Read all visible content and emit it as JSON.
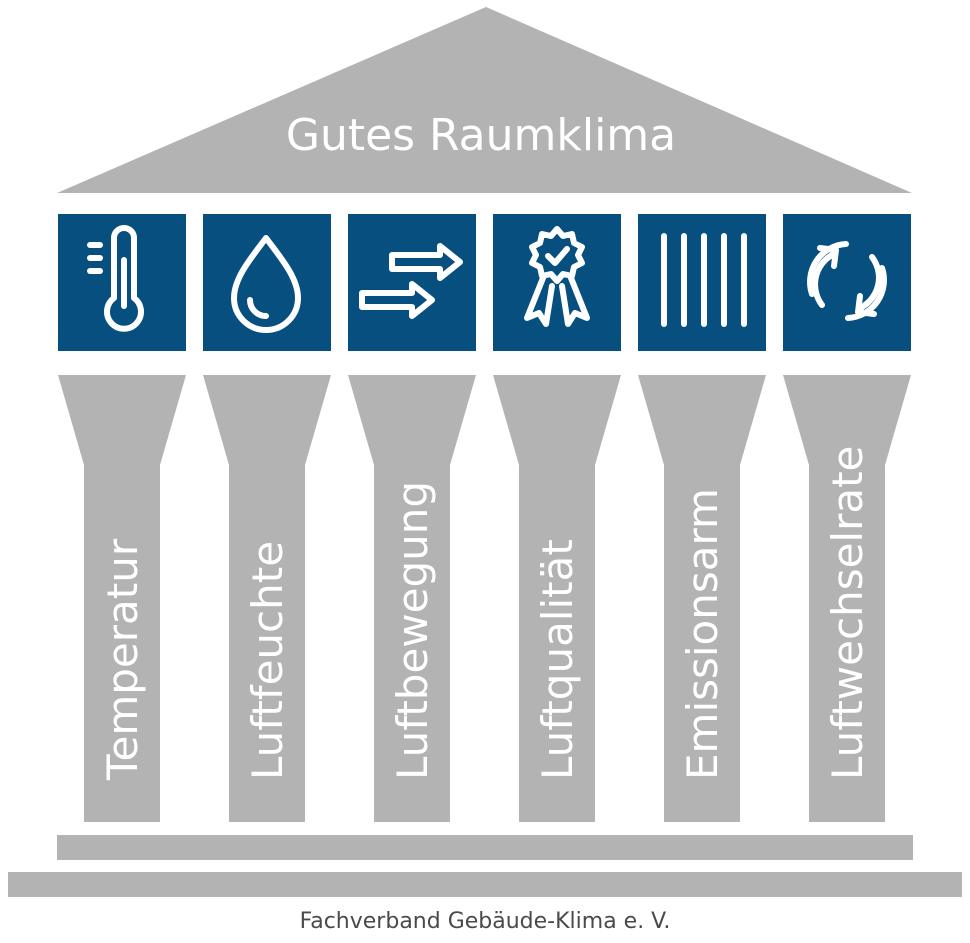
{
  "title": "Gutes Raumklima",
  "pillars": [
    {
      "label": "Temperatur",
      "icon": "thermometer-icon"
    },
    {
      "label": "Luftfeuchte",
      "icon": "water-drop-icon"
    },
    {
      "label": "Luftbewegung",
      "icon": "airflow-arrows-icon"
    },
    {
      "label": "Luftqualität",
      "icon": "quality-badge-icon"
    },
    {
      "label": "Emissionsarm",
      "icon": "vertical-lines-icon"
    },
    {
      "label": "Luftwechselrate",
      "icon": "exchange-arrows-icon"
    }
  ],
  "footer": "Fachverband Gebäude-Klima e. V.",
  "colors": {
    "gray": "#b3b3b3",
    "blue": "#074f7f",
    "white": "#ffffff",
    "footer_text": "#4a4a4a"
  }
}
